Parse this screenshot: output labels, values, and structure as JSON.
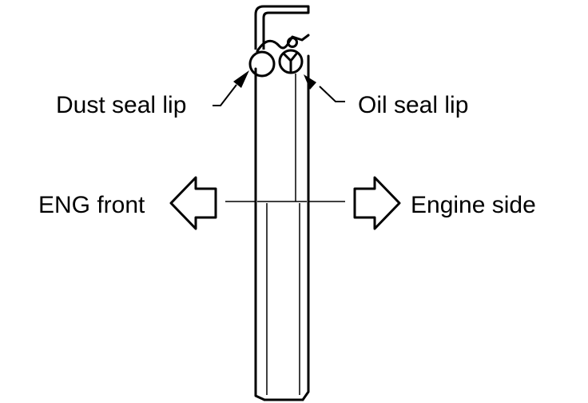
{
  "labels": {
    "dust_seal_lip": "Dust seal lip",
    "oil_seal_lip": "Oil seal lip",
    "eng_front": "ENG front",
    "engine_side": "Engine side"
  },
  "colors": {
    "line": "#000000",
    "background": "#ffffff"
  }
}
